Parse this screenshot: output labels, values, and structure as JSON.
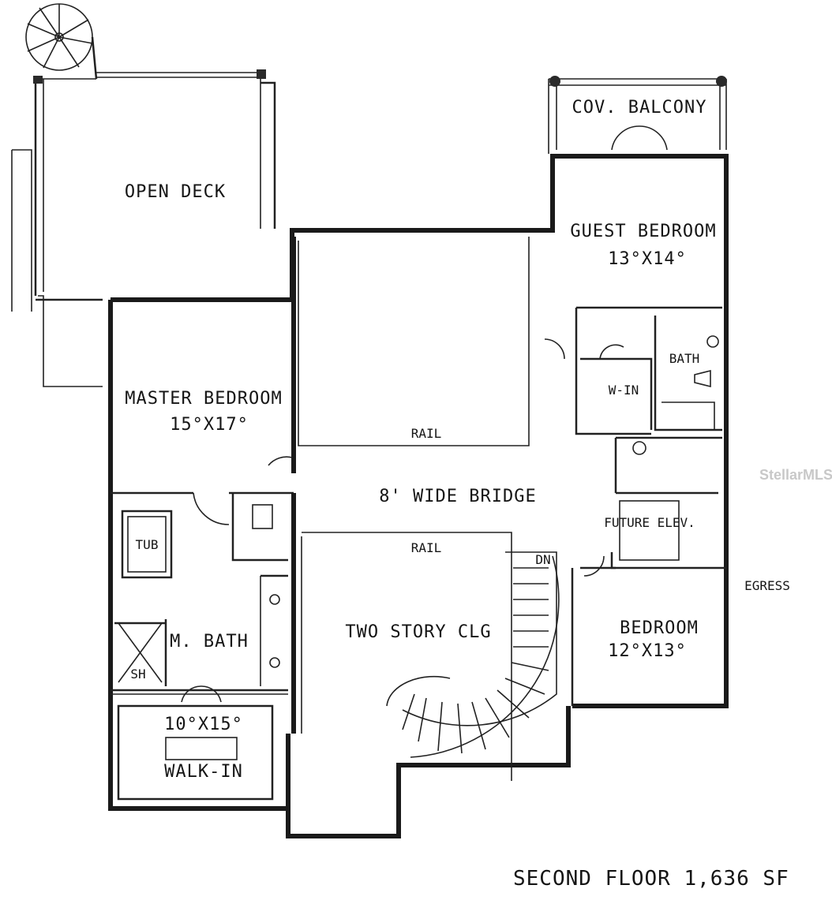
{
  "rooms": {
    "open_deck": "OPEN DECK",
    "cov_balcony": "COV. BALCONY",
    "guest_bedroom": "GUEST BEDROOM",
    "guest_bedroom_size": "13°X14°",
    "guest_bath": "BATH",
    "walk_in_closet": "W-IN",
    "master_bedroom": "MASTER BEDROOM",
    "master_bedroom_size": "15°X17°",
    "bridge": "8' WIDE BRIDGE",
    "rail_upper": "RAIL",
    "rail_lower": "RAIL",
    "future_elevator": "FUTURE ELEV.",
    "tub": "TUB",
    "master_bath": "M. BATH",
    "shower": "SH",
    "two_story": "TWO STORY CLG",
    "dn": "DN",
    "bedroom": "BEDROOM",
    "bedroom_size": "12°X13°",
    "egress": "EGRESS",
    "walk_in_size": "10°X15°",
    "walk_in": "WALK-IN"
  },
  "title": "SECOND FLOOR 1,636 SF",
  "watermark": "StellarMLS"
}
